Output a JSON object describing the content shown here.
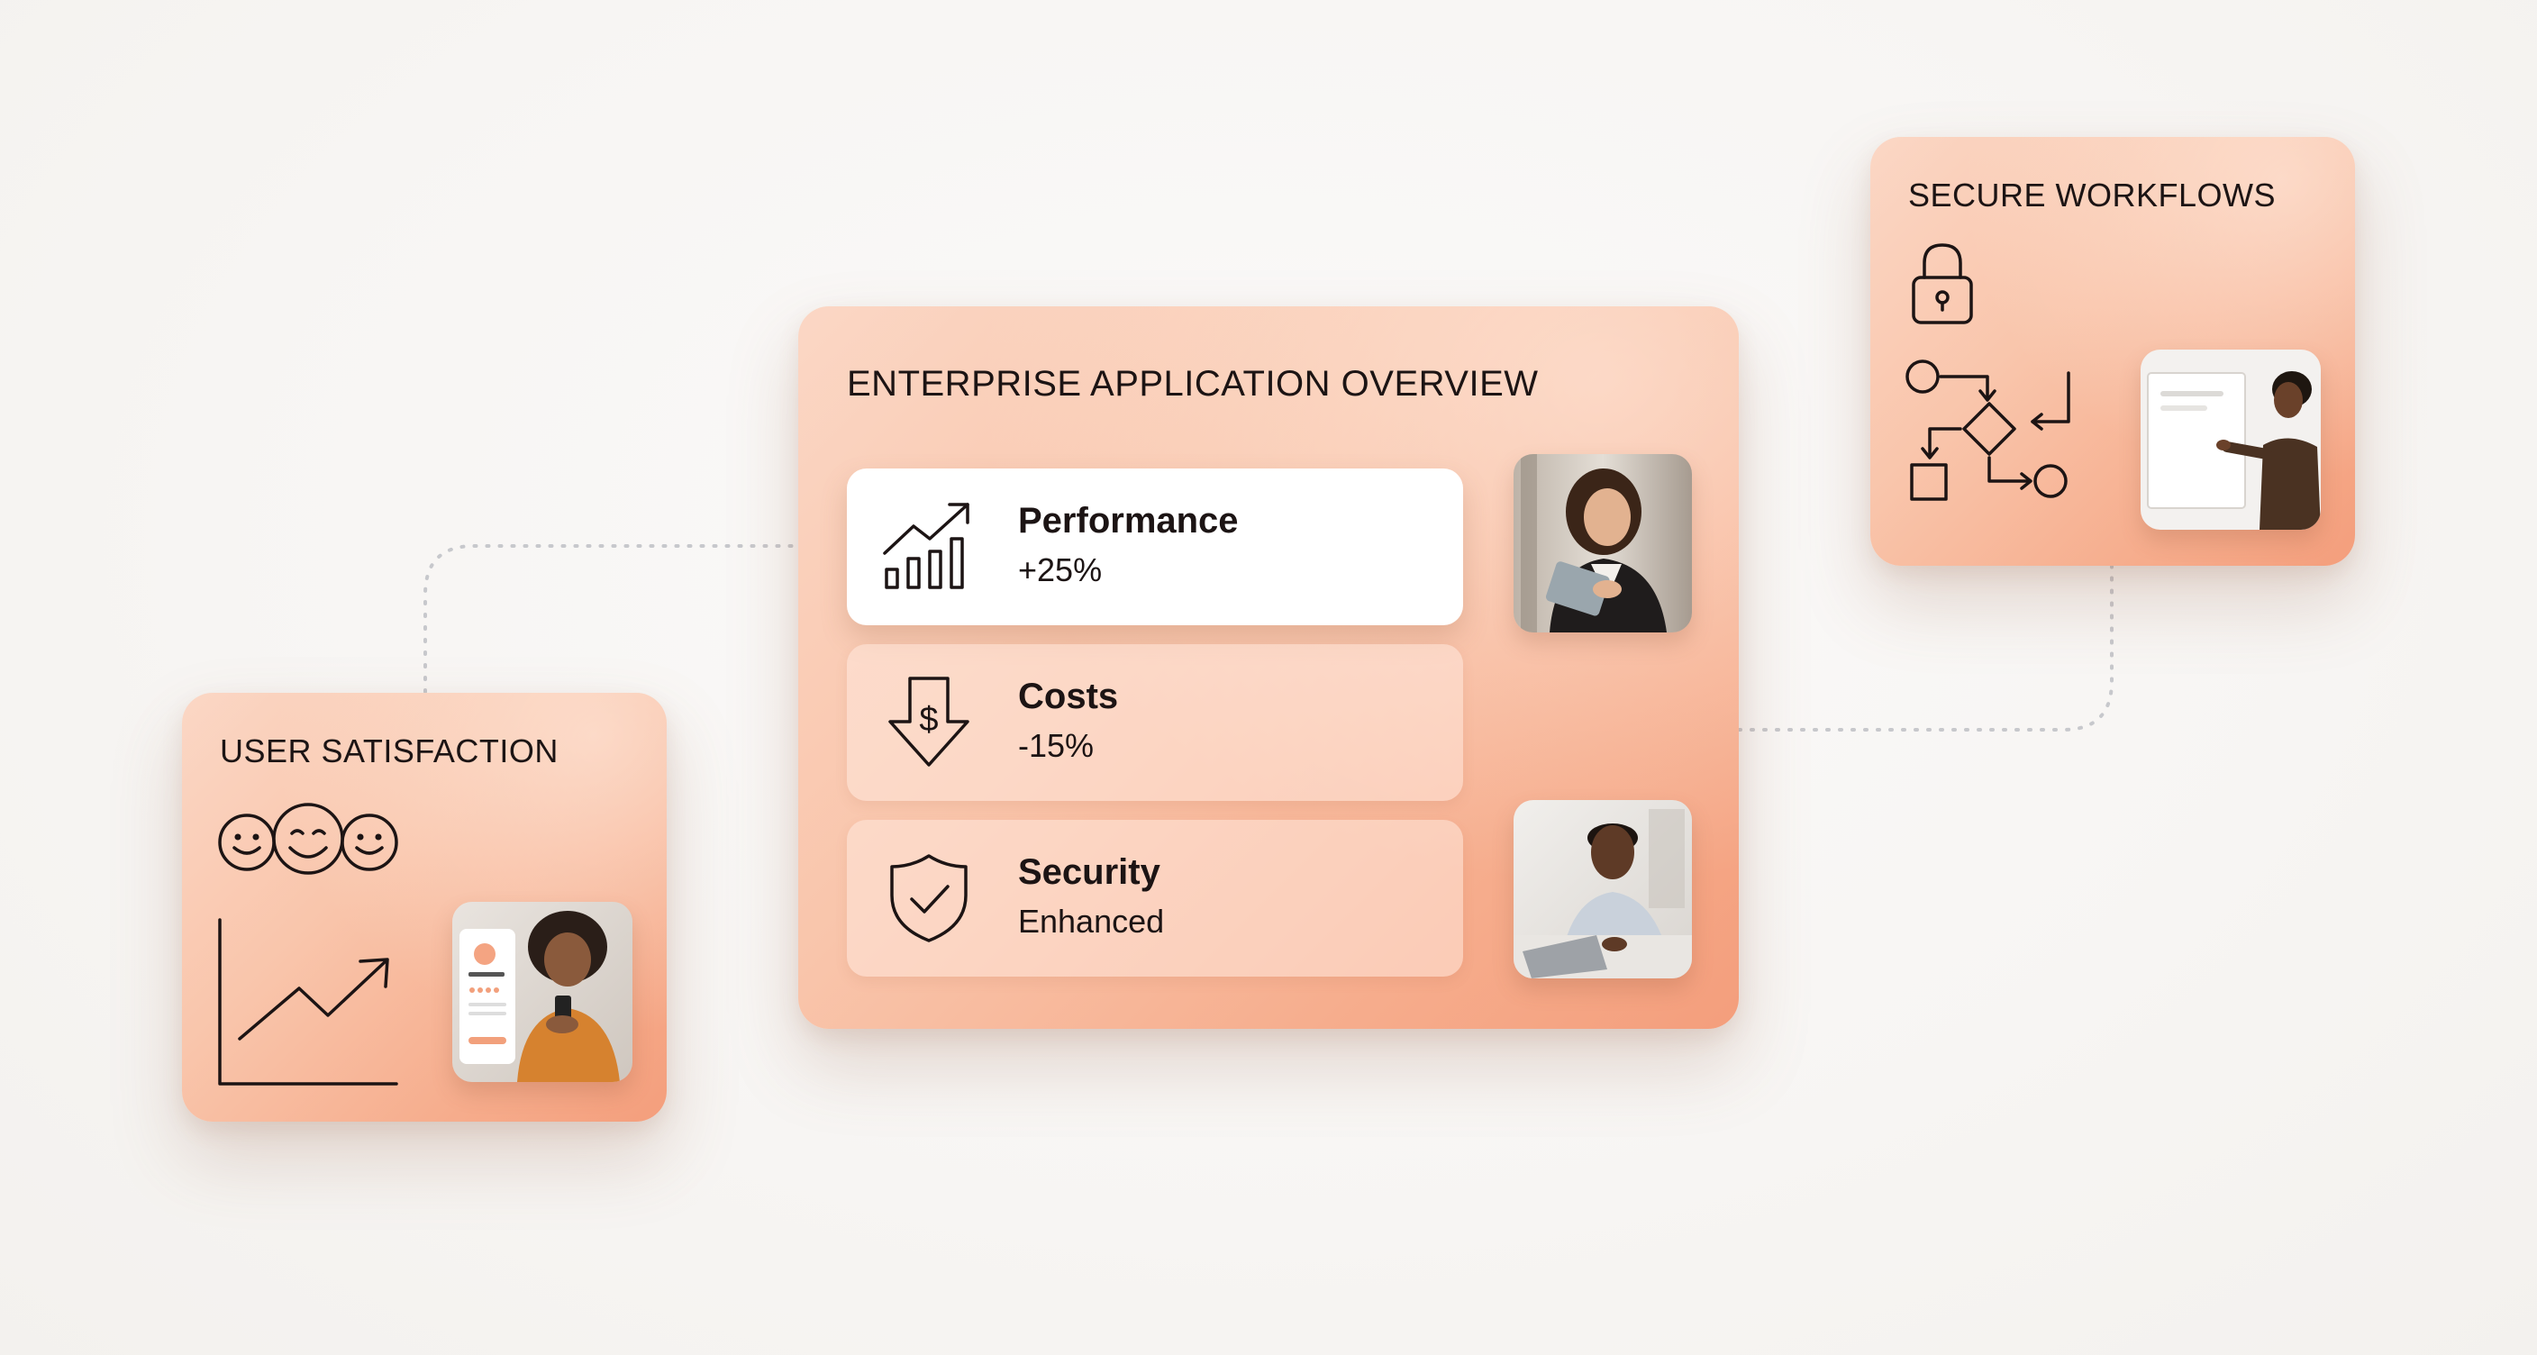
{
  "main_card": {
    "title": "ENTERPRISE APPLICATION OVERVIEW",
    "metrics": [
      {
        "label": "Performance",
        "value": "+25%",
        "icon": "bar-chart-trend-up-icon",
        "active": true
      },
      {
        "label": "Costs",
        "value": "-15%",
        "icon": "dollar-down-arrow-icon",
        "active": false
      },
      {
        "label": "Security",
        "value": "Enhanced",
        "icon": "shield-check-icon",
        "active": false
      }
    ],
    "photos": [
      "woman-with-tablet-photo",
      "man-at-laptop-photo"
    ]
  },
  "left_card": {
    "title": "USER SATISFACTION",
    "icons": [
      "smiley-faces-icon",
      "trend-up-line-chart-icon"
    ],
    "photo": "woman-with-phone-rating-photo"
  },
  "right_card": {
    "title": "SECURE WORKFLOWS",
    "icons": [
      "lock-icon",
      "workflow-diagram-icon"
    ],
    "photo": "presenter-at-whiteboard-photo"
  },
  "colors": {
    "card_gradient_start": "#fbd7c5",
    "card_gradient_end": "#f49e7c",
    "background": "#f8f6f4",
    "connector": "#c9c9cc"
  }
}
